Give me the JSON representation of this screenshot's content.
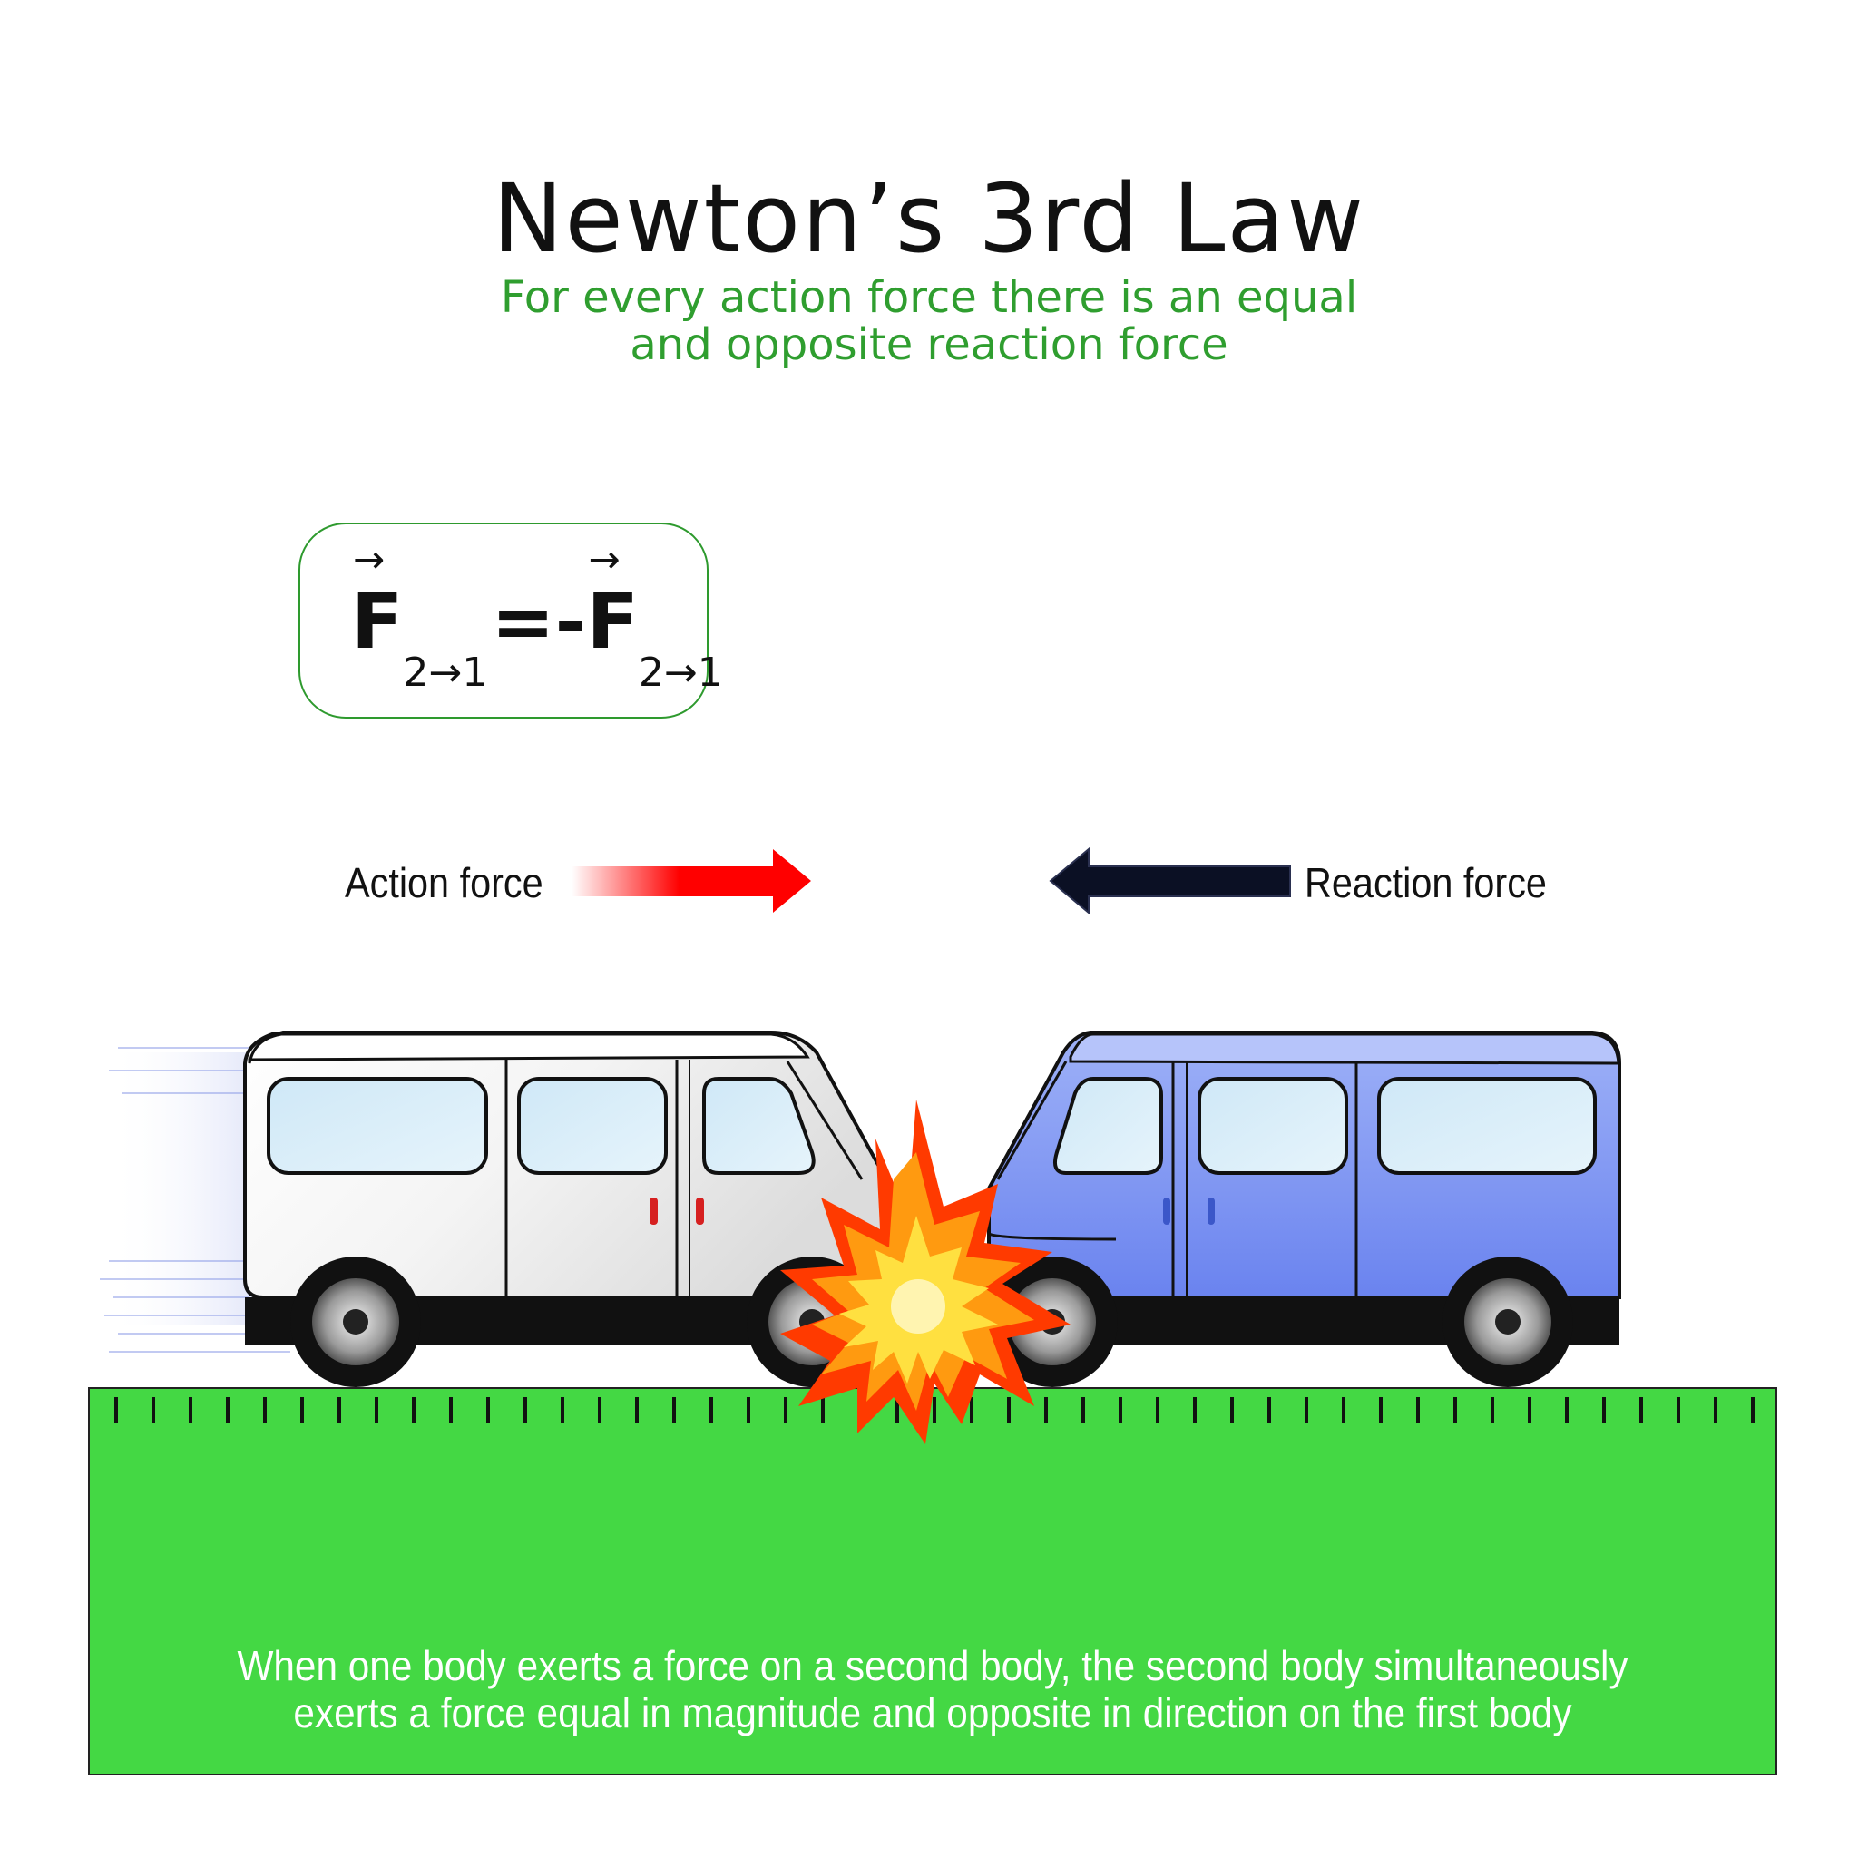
{
  "title": "Newton’s 3rd Law",
  "subtitle_lines": [
    "For every action force there is an equal",
    "and opposite reaction force"
  ],
  "formula": {
    "lhs_symbol": "F",
    "lhs_subscript": "2→1",
    "equals": "=-",
    "rhs_symbol": "F",
    "rhs_subscript": "2→1",
    "arrow_glyph": "→"
  },
  "action_label": "Action force",
  "reaction_label": "Reaction force",
  "caption_lines": [
    "When one body exerts a force on a second body, the second body simultaneously",
    "exerts a force equal in magnitude and opposite in direction on the first body"
  ],
  "colors": {
    "subtitle": "#2f9e2f",
    "ground": "#44d844",
    "action_arrow": "#ff0000",
    "reaction_arrow": "#0b1024",
    "white_van": "#f2f2f2",
    "blue_van": "#7f95f0",
    "explosion_outer": "#ff3a00",
    "explosion_inner": "#ffe040"
  },
  "icons": [
    "action-arrow-icon",
    "reaction-arrow-icon",
    "white-van-icon",
    "blue-van-icon",
    "explosion-icon"
  ]
}
